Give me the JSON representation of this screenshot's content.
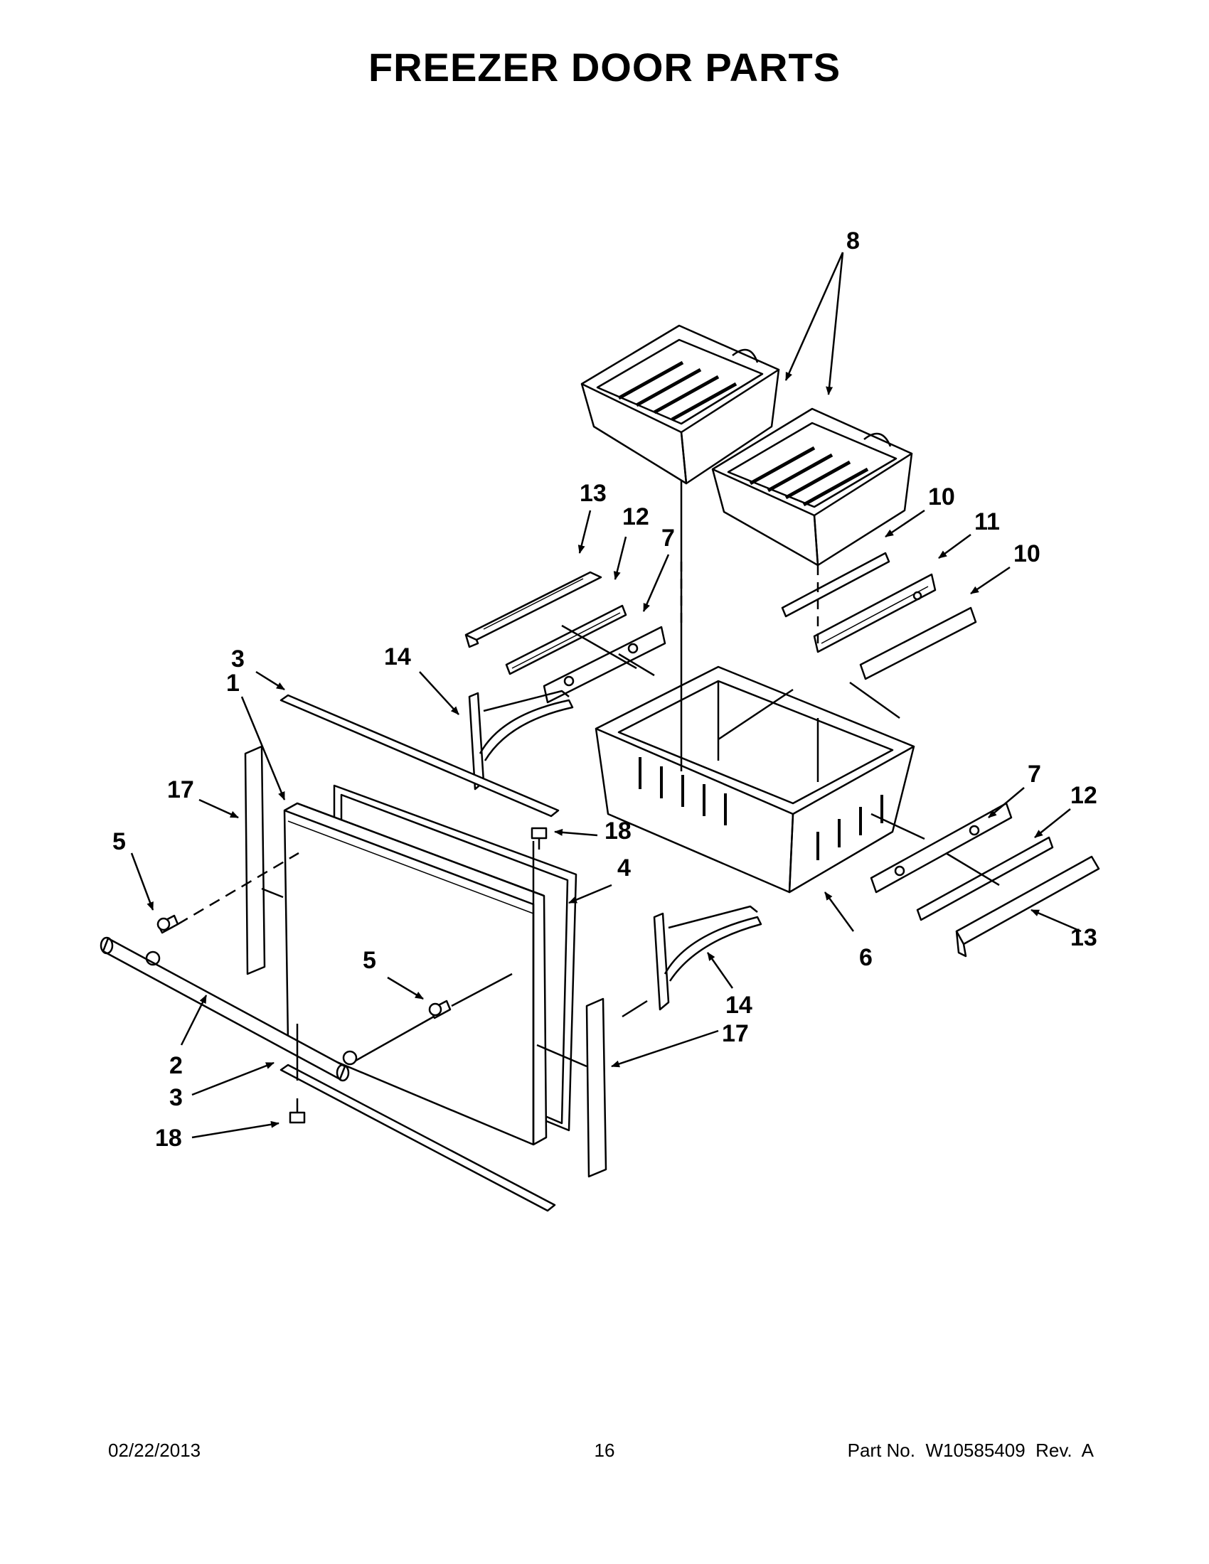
{
  "title": "FREEZER DOOR PARTS",
  "footer": {
    "date": "02/22/2013",
    "page": "16",
    "part_number": "Part No.  W10585409  Rev.  A"
  },
  "callouts": [
    {
      "id": "c8",
      "text": "8"
    },
    {
      "id": "c13a",
      "text": "13"
    },
    {
      "id": "c12a",
      "text": "12"
    },
    {
      "id": "c7a",
      "text": "7"
    },
    {
      "id": "c10a",
      "text": "10"
    },
    {
      "id": "c11",
      "text": "11"
    },
    {
      "id": "c10b",
      "text": "10"
    },
    {
      "id": "c14a",
      "text": "14"
    },
    {
      "id": "c3a",
      "text": "3"
    },
    {
      "id": "c1",
      "text": "1"
    },
    {
      "id": "c17a",
      "text": "17"
    },
    {
      "id": "c5a",
      "text": "5"
    },
    {
      "id": "c18a",
      "text": "18"
    },
    {
      "id": "c4",
      "text": "4"
    },
    {
      "id": "c7b",
      "text": "7"
    },
    {
      "id": "c12b",
      "text": "12"
    },
    {
      "id": "c13b",
      "text": "13"
    },
    {
      "id": "c6",
      "text": "6"
    },
    {
      "id": "c5b",
      "text": "5"
    },
    {
      "id": "c14b",
      "text": "14"
    },
    {
      "id": "c17b",
      "text": "17"
    },
    {
      "id": "c2",
      "text": "2"
    },
    {
      "id": "c3b",
      "text": "3"
    },
    {
      "id": "c18b",
      "text": "18"
    }
  ]
}
